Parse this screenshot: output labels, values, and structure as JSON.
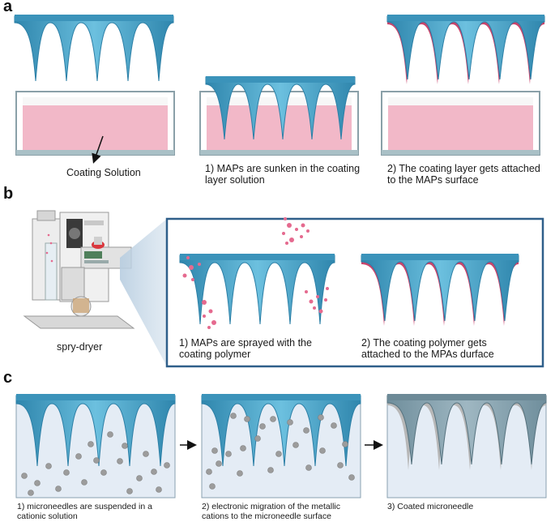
{
  "panel_letters": {
    "a": "a",
    "b": "b",
    "c": "c"
  },
  "panel_a": {
    "container_label": "Coating Solution",
    "step1": "1) MAPs are sunken in the coating\nlayer solution",
    "step2": "2) The coating layer gets attached\nto the MAPs surface"
  },
  "panel_b": {
    "device_label": "spry-dryer",
    "step1": "1) MAPs are sprayed with the\ncoating polymer",
    "step2": "2) The coating polymer gets\nattached to the MPAs durface"
  },
  "panel_c": {
    "step1": "1) microneedles are suspended in a\ncationic solution",
    "step2": "2) electronic migration of the metallic\ncations to the microneedle surface",
    "step3": "3) Coated microneedle"
  },
  "colors": {
    "needle": "#4aa3c7",
    "needle_dark": "#2c7fa6",
    "solution": "#f2b8c8",
    "coating": "#c8456c",
    "droplet": "#e56a8f",
    "particle": "#9c9c9c",
    "box_border": "#2f5f8a",
    "box_fill": "#e7eef6"
  },
  "icons": {
    "arrow": "right-arrow-icon",
    "pointer": "pointer-arrow-icon",
    "device": "spray-dryer-icon"
  }
}
